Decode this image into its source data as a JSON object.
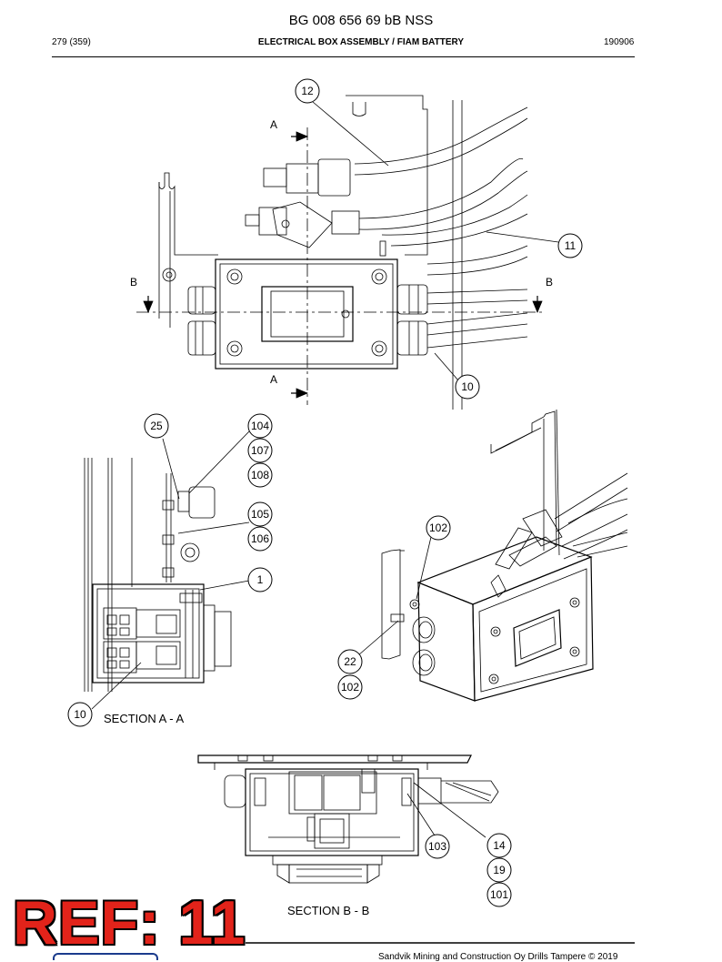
{
  "header": {
    "doc_number": "BG 008 656 69 bB NSS",
    "page": "279 (359)",
    "title": "ELECTRICAL BOX ASSEMBLY / FIAM BATTERY",
    "date": "190906"
  },
  "callouts": {
    "c12": "12",
    "c11": "11",
    "c10a": "10",
    "c25": "25",
    "c104": "104",
    "c107": "107",
    "c108": "108",
    "c105": "105",
    "c106": "106",
    "c1": "1",
    "c10b": "10",
    "c102a": "102",
    "c22": "22",
    "c102b": "102",
    "c14": "14",
    "c19": "19",
    "c101": "101",
    "c103": "103"
  },
  "section_marks": {
    "a_top": "A",
    "a_bottom": "A",
    "b_left": "B",
    "b_right": "B"
  },
  "labels": {
    "section_aa": "SECTION A - A",
    "section_bb": "SECTION B - B"
  },
  "stamp": "REF: 11",
  "footer": "Sandvik Mining and Construction Oy Drills Tampere © 2019"
}
